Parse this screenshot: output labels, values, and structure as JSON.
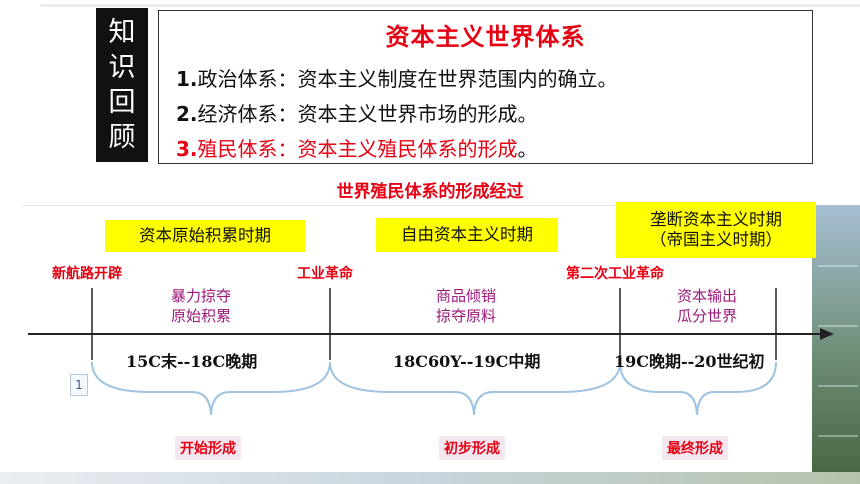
{
  "side_label": [
    "知",
    "识",
    "回",
    "顾"
  ],
  "knowledge_box": {
    "title": "资本主义世界体系",
    "lines": [
      {
        "num": "1.",
        "text": "政治体系：资本主义制度在世界范围内的确立。"
      },
      {
        "num": "2.",
        "text": "经济体系：资本主义世界市场的形成。"
      },
      {
        "num": "3.",
        "text": "殖民体系：资本主义殖民体系的形成",
        "tail": "。"
      }
    ]
  },
  "section_title": "世界殖民体系的形成经过",
  "periods": [
    {
      "label": "资本原始积累时期"
    },
    {
      "label": "自由资本主义时期"
    },
    {
      "label": "垄断资本主义时期",
      "sub": "（帝国主义时期）"
    }
  ],
  "events": [
    "新航路开辟",
    "工业革命",
    "第二次工业革命"
  ],
  "descriptions": [
    {
      "line1": "暴力掠夺",
      "line2": "原始积累"
    },
    {
      "line1": "商品倾销",
      "line2": "掠夺原料"
    },
    {
      "line1": "资本输出",
      "line2": "瓜分世界"
    }
  ],
  "ranges": [
    "15C末--18C晚期",
    "18C60Y--19C中期",
    "19C晚期--20世纪初"
  ],
  "stages": [
    "开始形成",
    "初步形成",
    "最终形成"
  ],
  "page_badge": "1",
  "colors": {
    "accent_red": "#e60012",
    "highlight_yellow": "#ffff00",
    "desc_purple": "#9c1a7c",
    "brace_blue": "#9fc3e0"
  }
}
